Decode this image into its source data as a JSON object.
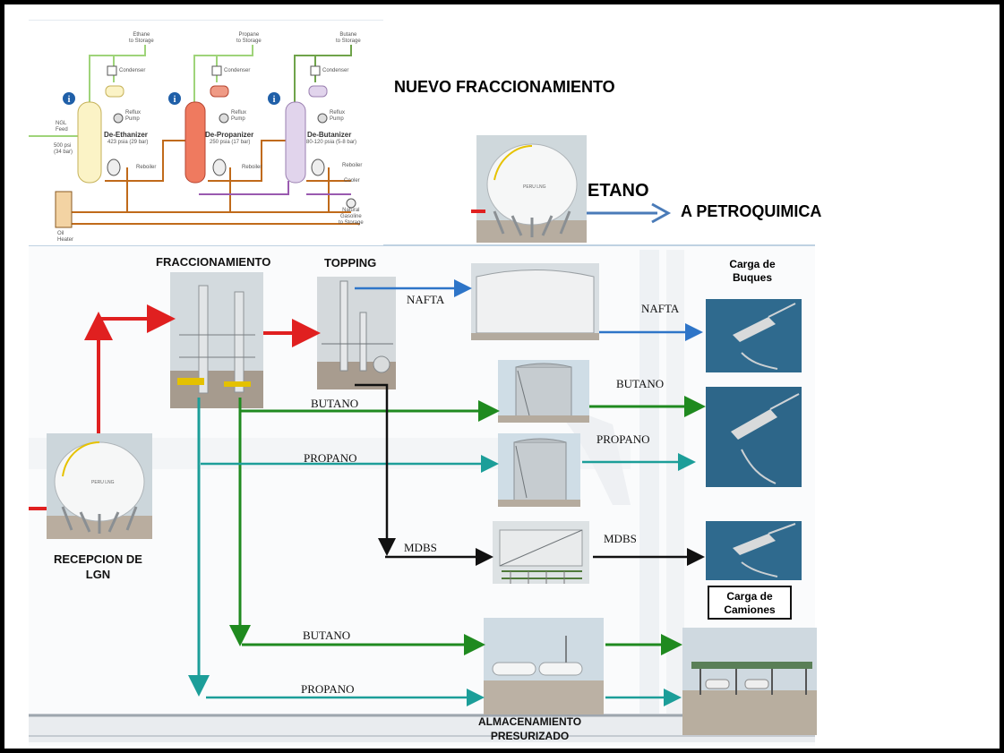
{
  "title": "NUEVO FRACCIONAMIENTO",
  "etano_flow": {
    "product": "ETANO",
    "destination": "A PETROQUIMICA"
  },
  "process_schematic": {
    "outputs": {
      "ethane": "Ethane\nto Storage",
      "propane": "Propane\nto Storage",
      "butane": "Butane\nto Storage"
    },
    "condenser": "Condenser",
    "reflux_pump": "Reflux\nPump",
    "reboiler": "Reboiler",
    "feed": "NGL\nFeed",
    "feed_pressure": "500 psi\n(34 bar)",
    "columns": [
      {
        "name": "De-Ethanizer",
        "pressure": "423 psia (29 bar)"
      },
      {
        "name": "De-Propanizer",
        "pressure": "250 psia (17 bar)"
      },
      {
        "name": "De-Butanizer",
        "pressure": "80-120 psia (5-8 bar)"
      }
    ],
    "cooler": "Cooler",
    "natural_gasoline": "Natural\nGasoline\nto Storage",
    "oil_heater": "Oil\nHeater"
  },
  "nodes": {
    "reception": "RECEPCION DE\nLGN",
    "fractionation": "FRACCIONAMIENTO",
    "topping": "TOPPING",
    "ship_loading": "Carga de\nBuques",
    "truck_loading": "Carga de\nCamiones",
    "pressurized_storage": "ALMACENAMIENTO\nPRESURIZADO"
  },
  "flows": {
    "nafta_to_tank": "NAFTA",
    "nafta_to_ship": "NAFTA",
    "butano_to_tank": "BUTANO",
    "butano_to_ship": "BUTANO",
    "propano_to_tank": "PROPANO",
    "propano_to_ship": "PROPANO",
    "mdbs_to_tank": "MDBS",
    "mdbs_to_ship": "MDBS",
    "butano_to_storage": "BUTANO",
    "propano_to_storage": "PROPANO"
  },
  "sphere_label": "PERU LNG",
  "colors": {
    "red": "#e02020",
    "blue": "#2e75c8",
    "green": "#1f8a1f",
    "teal": "#1c9e99",
    "black": "#111111",
    "frame": "#000000"
  }
}
